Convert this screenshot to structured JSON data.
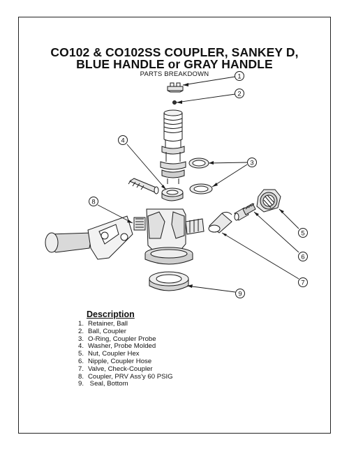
{
  "title_line1": "CO102 & CO102SS  COUPLER, SANKEY D,",
  "title_line2": "BLUE HANDLE or GRAY HANDLE",
  "subtitle": "PARTS BREAKDOWN",
  "callouts": [
    "1",
    "2",
    "3",
    "4",
    "5",
    "6",
    "7",
    "8",
    "9"
  ],
  "description_heading": "Description",
  "parts": [
    {
      "num": "1.",
      "name": "Retainer, Ball"
    },
    {
      "num": "2.",
      "name": "Ball, Coupler"
    },
    {
      "num": "3.",
      "name": "O-Ring, Coupler Probe"
    },
    {
      "num": "4.",
      "name": "Washer, Probe Molded"
    },
    {
      "num": "5.",
      "name": "Nut, Coupler Hex"
    },
    {
      "num": "6.",
      "name": "Nipple, Coupler Hose"
    },
    {
      "num": "7.",
      "name": "Valve, Check-Coupler"
    },
    {
      "num": "8.",
      "name": "Coupler, PRV Ass'y 60 PSIG"
    },
    {
      "num": "9.",
      "name": " Seal, Bottom"
    }
  ]
}
